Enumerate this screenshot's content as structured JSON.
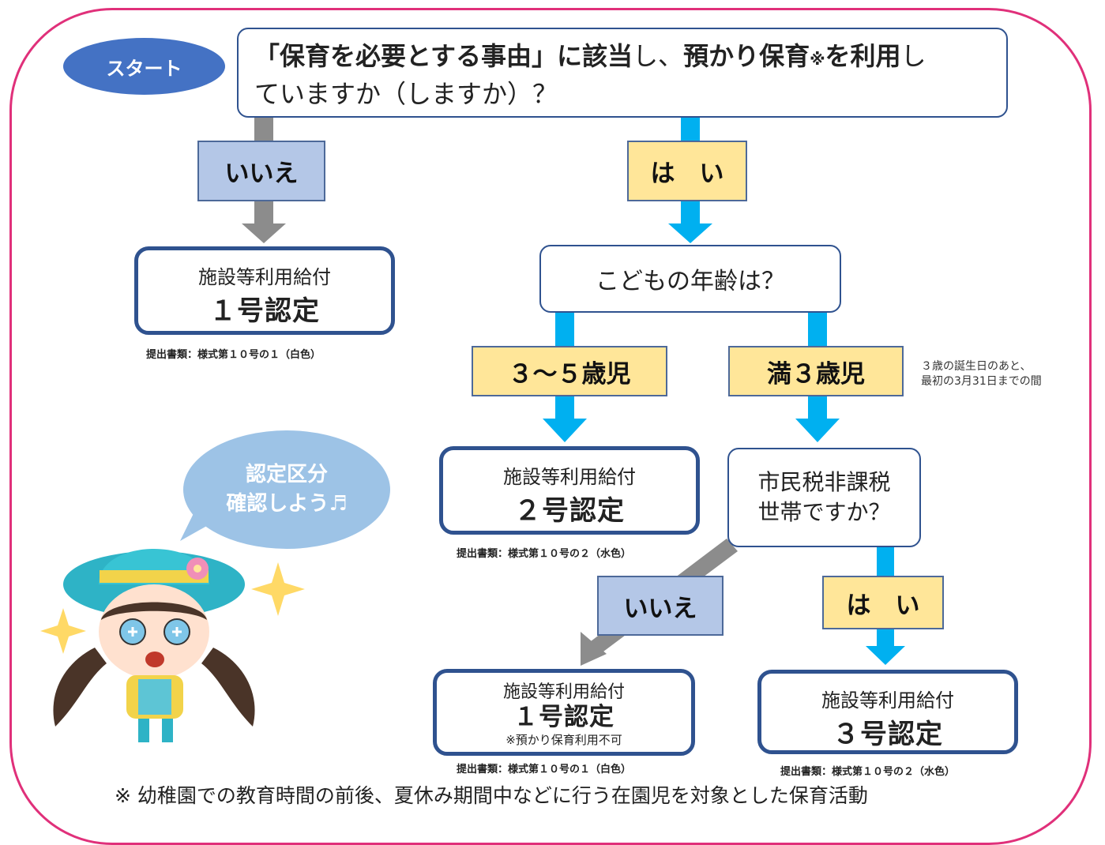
{
  "start_label": "スタート",
  "question1": {
    "part1": "「保育を必要とする事由」に該当",
    "part2": "し、",
    "part3": "預かり保育",
    "mark": "※",
    "part4": "を利用",
    "part5": "し",
    "line2": "ていますか（しますか）？"
  },
  "answer_no_1": "いいえ",
  "answer_yes_1": "は　い",
  "result_1": {
    "title": "施設等利用給付",
    "big": "１号認定",
    "doc": "提出書類：様式第１０号の１（白色）"
  },
  "question2": "こどもの年齢は？",
  "age_3_5": "３～５歳児",
  "age_full3": "満３歳児",
  "age_note": [
    "３歳の誕生日のあと、",
    "最初の3月31日までの間"
  ],
  "result_2": {
    "title": "施設等利用給付",
    "big": "２号認定",
    "doc": "提出書類：様式第１０号の２（水色）"
  },
  "question3": [
    "市民税非課税",
    "世帯ですか？"
  ],
  "answer_no_2": "いいえ",
  "answer_yes_2": "は　い",
  "result_1b": {
    "title": "施設等利用給付",
    "big": "１号認定",
    "note": "※預かり保育利用不可",
    "doc": "提出書類：様式第１０号の１（白色）"
  },
  "result_3": {
    "title": "施設等利用給付",
    "big": "３号認定",
    "doc": "提出書類：様式第１０号の２（水色）"
  },
  "speech_bubble": [
    "認定区分",
    "確認しよう♬"
  ],
  "footnote": "※ 幼稚園での教育時間の前後、夏休み期間中などに行う在園児を対象とした保育活動",
  "colors": {
    "border_pink": "#e0307a",
    "navy": "#2f528f",
    "no_fill": "#b4c7e7",
    "yes_fill": "#ffe699",
    "arrow_blue": "#00b0f0",
    "arrow_gray": "#8c8c8c",
    "start_fill": "#4472c4",
    "bubble_fill": "#9dc3e6"
  }
}
